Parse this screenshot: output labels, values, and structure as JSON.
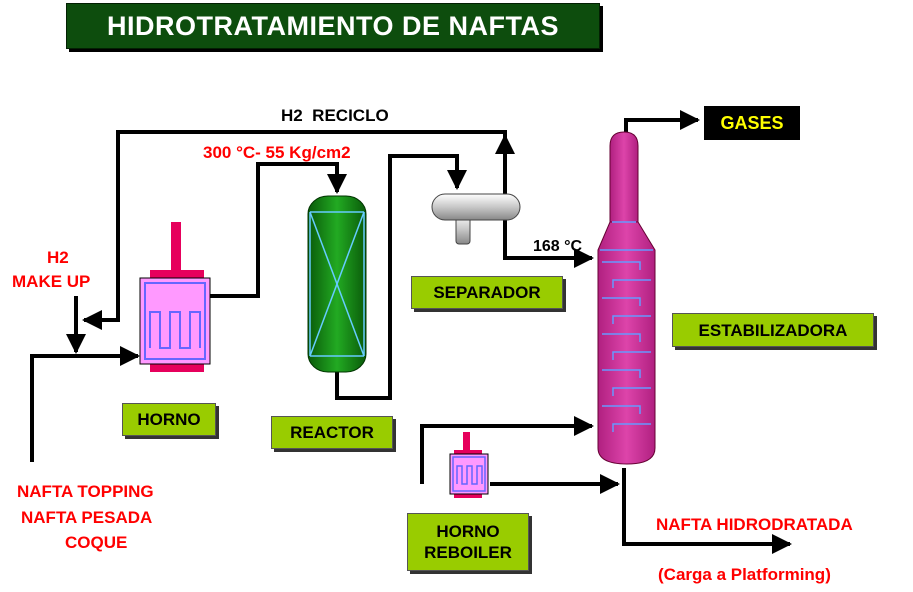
{
  "title": "HIDROTRATAMIENTO DE NAFTAS",
  "labels": {
    "h2_reciclo": "H2  RECICLO",
    "conditions": "300 °C- 55 Kg/cm2",
    "h2_make_up_1": "H2",
    "h2_make_up_2": "MAKE UP",
    "temp_168": "168 °C",
    "feed_1": "NAFTA TOPPING",
    "feed_2": "NAFTA PESADA",
    "feed_3": "COQUE",
    "product": "NAFTA HIDRODRATADA",
    "product_note": "(Carga a Platforming)",
    "gases": "GASES"
  },
  "equipment": {
    "horno": "HORNO",
    "reactor": "REACTOR",
    "separador": "SEPARADOR",
    "estabilizadora": "ESTABILIZADORA",
    "horno_reboiler_1": "HORNO",
    "horno_reboiler_2": "REBOILER"
  },
  "colors": {
    "title_bg": "#0d4d0d",
    "label_box": "#99cc00",
    "red_text": "#ff0000",
    "furnace": "#ff99ff",
    "column": "#cc3399",
    "reactor": "#1a8c1a",
    "separator": "#d8d8d8"
  }
}
